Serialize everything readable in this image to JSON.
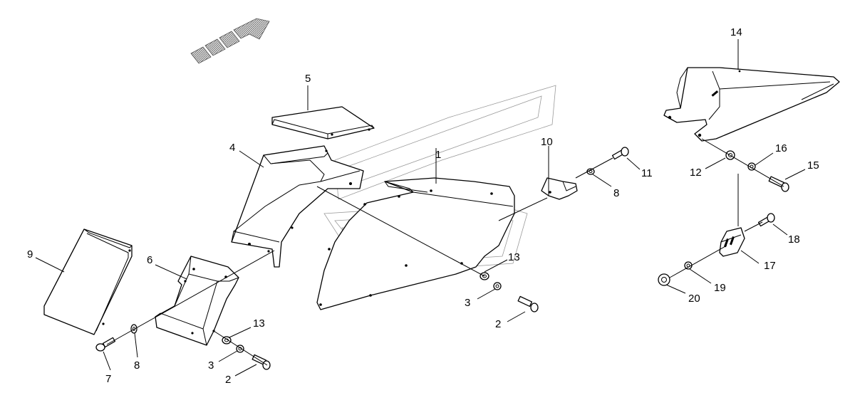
{
  "diagram": {
    "labels": {
      "p1": "1",
      "p2a": "2",
      "p2b": "2",
      "p3a": "3",
      "p3b": "3",
      "p4": "4",
      "p5": "5",
      "p6": "6",
      "p7": "7",
      "p8a": "8",
      "p8b": "8",
      "p9": "9",
      "p10": "10",
      "p11": "11",
      "p12": "12",
      "p13a": "13",
      "p13b": "13",
      "p14": "14",
      "p15": "15",
      "p16": "16",
      "p17": "17",
      "p18": "18",
      "p19": "19",
      "p20": "20"
    },
    "colors": {
      "line": "#000000",
      "watermark": "#9a9a9a",
      "arrow": "#555555"
    },
    "icons": {
      "direction": "direction-arrow-icon"
    }
  }
}
